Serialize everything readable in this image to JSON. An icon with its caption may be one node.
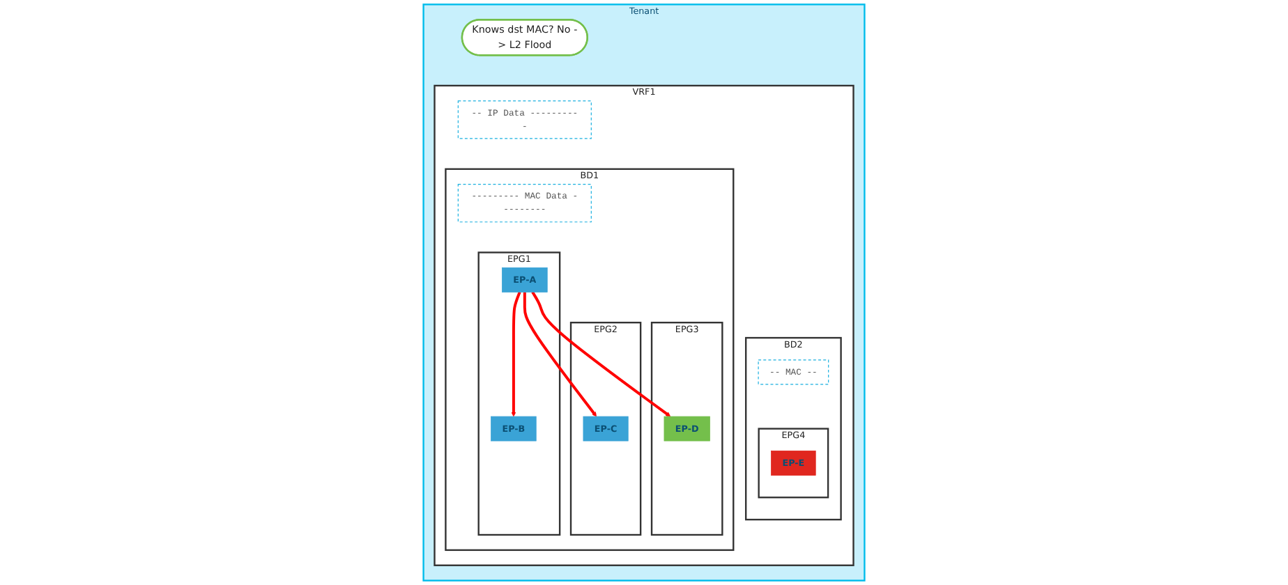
{
  "diagram": {
    "nodes": [
      {
        "text": [
          "Tenant"
        ]
      },
      {
        "text": [
          "VRF1"
        ],
        "in": 0
      },
      {
        "text": [
          "Knows dst MAC? No -> L2 Flood"
        ],
        "in": 0
      },
      {
        "text": [
          "-- IP Data ----------"
        ],
        "in": 1
      },
      {
        "text": [
          "BD1"
        ],
        "in": 1
      },
      {
        "text": [
          "--------- MAC Data ---------"
        ],
        "in": 4
      },
      {
        "text": [
          "EPG1"
        ],
        "in": 4
      },
      {
        "text": [
          "EP-A"
        ],
        "in": 6
      },
      {
        "text": [
          "EP-B"
        ],
        "in": 6
      },
      {
        "text": [
          "EPG2"
        ],
        "in": 4
      },
      {
        "text": [
          "EP-C"
        ],
        "in": 9
      },
      {
        "text": [
          "EPG3"
        ],
        "in": 4
      },
      {
        "text": [
          "EP-D"
        ],
        "in": 11
      },
      {
        "text": [
          "BD2"
        ],
        "in": 1
      },
      {
        "text": [
          "-- MAC --"
        ],
        "in": 13
      },
      {
        "text": [
          "EPG4"
        ],
        "in": 13
      },
      {
        "text": [
          "EP-E"
        ],
        "in": 15
      }
    ],
    "edges": [
      {
        "from": 7,
        "to": 8,
        "arrow": "to",
        "color": "#ff0000"
      },
      {
        "from": 7,
        "to": 10,
        "arrow": "to",
        "color": "#ff0000"
      },
      {
        "from": 7,
        "to": 12,
        "arrow": "to",
        "color": "#ff0000"
      }
    ]
  }
}
